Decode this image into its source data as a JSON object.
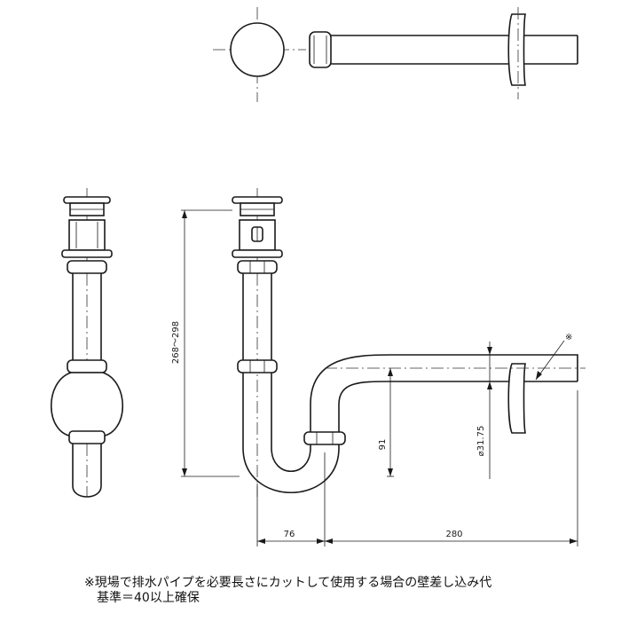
{
  "dimensions": {
    "height_range": "268～298",
    "trap_depth": "91",
    "pipe_diameter": "⌀31.75",
    "horizontal_offset": "76",
    "horizontal_length": "280"
  },
  "callout_mark": "※",
  "note": {
    "line1": "※現場で排水パイプを必要長さにカットして使用する場合の壁差し込み代",
    "line2": "基準＝40以上確保"
  }
}
